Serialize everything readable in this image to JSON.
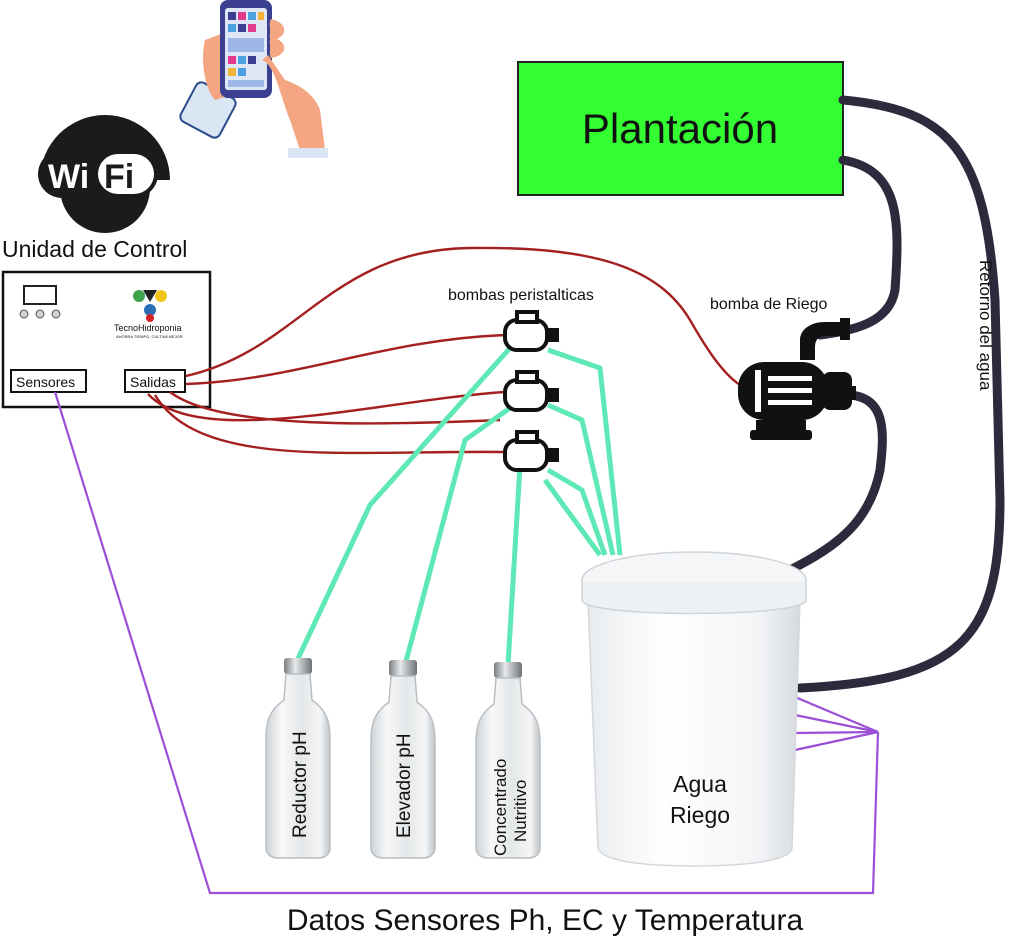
{
  "title": "Datos Sensores Ph, EC y Temperatura",
  "wifi": {
    "label_a": "Wi",
    "label_b": "Fi"
  },
  "control_unit": {
    "heading": "Unidad de Control",
    "logo_text": "TecnoHidroponia",
    "logo_subtext": "AHORRA TIEMPO, CULTIVA MEJOR",
    "sensors_label": "Sensores",
    "outputs_label": "Salidas"
  },
  "plantation": {
    "label": "Plantación"
  },
  "peristaltic_pumps": {
    "label": "bombas peristalticas"
  },
  "irrigation_pump": {
    "label": "bomba de Riego"
  },
  "water_return": {
    "label": "Retorno del agua"
  },
  "bottles": [
    {
      "label": "Reductor pH"
    },
    {
      "label": "Elevador pH"
    },
    {
      "label_line1": "Concentrado",
      "label_line2": "Nutritivo"
    }
  ],
  "bucket": {
    "label_line1": "Agua",
    "label_line2": "Riego"
  },
  "colors": {
    "plantation": "#33ff33",
    "tubing_nutrient": "#5ee8b5",
    "tubing_water": "#2e2a3e",
    "signal_wires": "#a42020",
    "sensor_wires": "#9a4fd6"
  }
}
